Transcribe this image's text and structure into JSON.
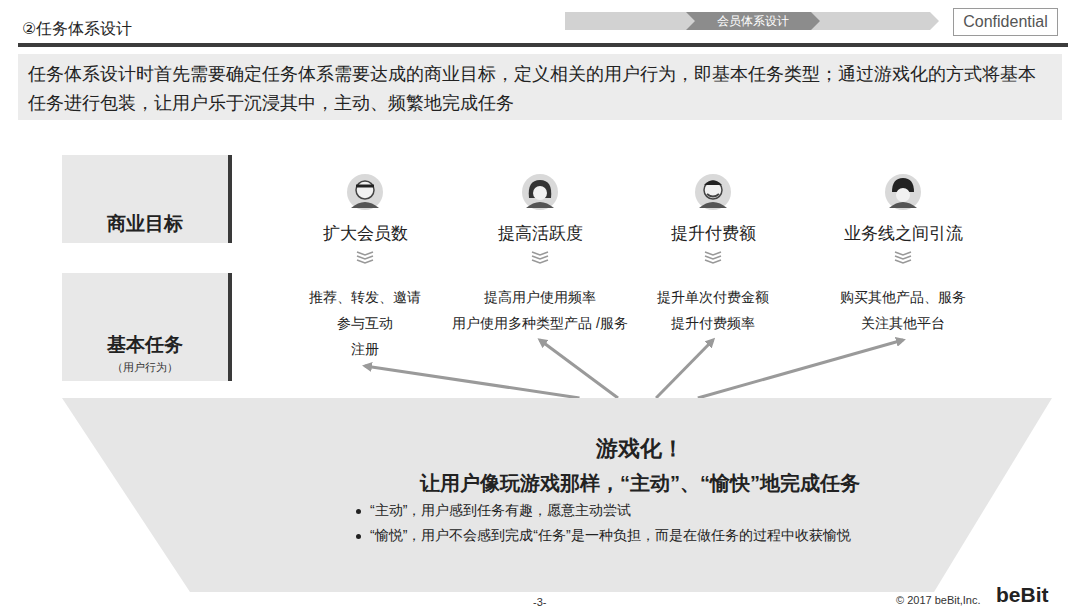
{
  "diagram": {
    "title": "②任务体系设计",
    "nodes": [
      {
        "text": [
          "会员体系设计"
        ]
      },
      {
        "text": [
          "Confidential"
        ]
      },
      {
        "text": [
          "任务体系设计时首先需要确定任务体系需要达成的商业目标，定义相关的用户行为，即基本任务类型；通过游戏化的方式将基本任务进行包装，让用户乐于沉浸其中，主动、频繁地完成任务"
        ]
      },
      {
        "text": [
          "商业目标"
        ]
      },
      {
        "text": [
          "基本任务",
          "（用户行为）"
        ]
      },
      {
        "text": [
          "推荐、转发、邀请",
          "参与互动",
          "注册"
        ]
      },
      {
        "text": [
          "提高用户使用频率",
          "用户使用多种类型产品 /服务"
        ]
      },
      {
        "text": [
          "提升单次付费金额",
          "提升付费频率"
        ]
      },
      {
        "text": [
          "购买其他产品、服务",
          "关注其他平台"
        ]
      },
      {
        "text": [
          "游戏化！",
          "让用户像玩游戏那样，“主动”、“愉快”地完成任务",
          "“主动”，用户感到任务有趣，愿意主动尝试",
          "“愉悦”，用户不会感到完成“任务”是一种负担，而是在做任务的过程中收获愉悦"
        ]
      }
    ],
    "edges": [
      {
        "from": 9,
        "to": 5,
        "arrow": "to"
      },
      {
        "from": 9,
        "to": 6,
        "arrow": "to"
      },
      {
        "from": 9,
        "to": 7,
        "arrow": "to"
      },
      {
        "from": 9,
        "to": 8,
        "arrow": "to"
      }
    ],
    "labels": [
      "扩大会员数",
      "提高活跃度",
      "提升付费额",
      "业务线之间引流",
      "-3-",
      "© 2017 beBit,Inc.",
      "beBit"
    ]
  }
}
